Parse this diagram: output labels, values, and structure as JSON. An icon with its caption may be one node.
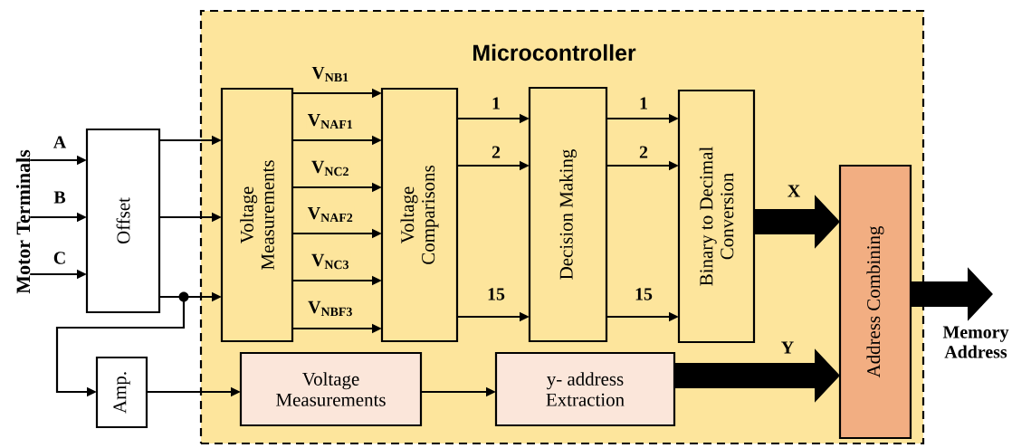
{
  "diagram": {
    "nodes": [
      {
        "text": [
          "Microcontroller"
        ]
      },
      {
        "text": [
          "Offset"
        ]
      },
      {
        "text": [
          "Amp."
        ]
      },
      {
        "text": [
          "Voltage Measurements"
        ],
        "in": 0
      },
      {
        "text": [
          "Voltage Comparisons"
        ],
        "in": 0
      },
      {
        "text": [
          "Decision Making"
        ],
        "in": 0
      },
      {
        "text": [
          "Binary to Decimal Conversion"
        ],
        "in": 0
      },
      {
        "text": [
          "Address Combining"
        ],
        "in": 0
      },
      {
        "text": [
          "Voltage Measurements"
        ],
        "in": 0
      },
      {
        "text": [
          "y- address Extraction"
        ],
        "in": 0
      },
      {
        "text": [
          "Motor Terminals"
        ]
      }
    ],
    "edges": [
      {
        "from": 10,
        "to": 1,
        "arrow": "to",
        "label": "A"
      },
      {
        "from": 10,
        "to": 1,
        "arrow": "to",
        "label": "B"
      },
      {
        "from": 10,
        "to": 1,
        "arrow": "to",
        "label": "C"
      },
      {
        "from": 1,
        "to": 3,
        "arrow": "to"
      },
      {
        "from": 1,
        "to": 3,
        "arrow": "to"
      },
      {
        "from": 1,
        "to": 3,
        "arrow": "to"
      },
      {
        "from": 1,
        "to": 2,
        "arrow": "to"
      },
      {
        "from": 3,
        "to": 4,
        "arrow": "to",
        "label": "V$_{NB1}$"
      },
      {
        "from": 3,
        "to": 4,
        "arrow": "to",
        "label": "V$_{NAF1}$"
      },
      {
        "from": 3,
        "to": 4,
        "arrow": "to",
        "label": "V$_{NC2}$"
      },
      {
        "from": 3,
        "to": 4,
        "arrow": "to",
        "label": "V$_{NAF2}$"
      },
      {
        "from": 3,
        "to": 4,
        "arrow": "to",
        "label": "V$_{NC3}$"
      },
      {
        "from": 3,
        "to": 4,
        "arrow": "to",
        "label": "V$_{NBF3}$"
      },
      {
        "from": 4,
        "to": 5,
        "arrow": "to",
        "label": "1"
      },
      {
        "from": 4,
        "to": 5,
        "arrow": "to",
        "label": "2"
      },
      {
        "from": 4,
        "to": 5,
        "arrow": "to",
        "label": "15"
      },
      {
        "from": 5,
        "to": 6,
        "arrow": "to",
        "label": "1"
      },
      {
        "from": 5,
        "to": 6,
        "arrow": "to",
        "label": "2"
      },
      {
        "from": 5,
        "to": 6,
        "arrow": "to",
        "label": "15"
      },
      {
        "from": 6,
        "to": 7,
        "arrow": "to",
        "label": "X",
        "style": "thick"
      },
      {
        "from": 2,
        "to": 8,
        "arrow": "to"
      },
      {
        "from": 8,
        "to": 9,
        "arrow": "to"
      },
      {
        "from": 9,
        "to": 7,
        "arrow": "to",
        "label": "Y",
        "style": "thick"
      },
      {
        "from": 7,
        "to": null,
        "arrow": "to",
        "label": "Memory Address",
        "style": "thick"
      }
    ]
  }
}
